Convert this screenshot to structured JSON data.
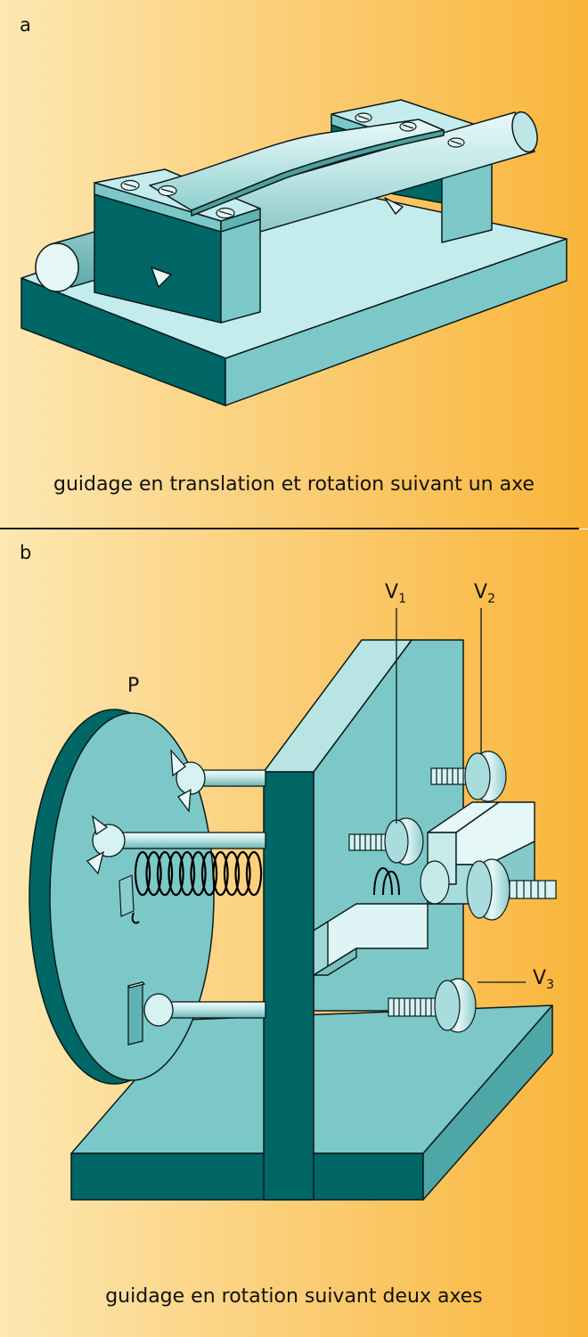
{
  "panel_a": {
    "letter": "a",
    "caption": "guidage en translation et rotation suivant un axe"
  },
  "panel_b": {
    "letter": "b",
    "caption": "guidage en rotation suivant deux axes",
    "labels": {
      "p": "P",
      "v1": {
        "main": "V",
        "sub": "1"
      },
      "v2": {
        "main": "V",
        "sub": "2"
      },
      "v3": {
        "main": "V",
        "sub": "3"
      }
    }
  },
  "colors": {
    "background_light": "#fde8b2",
    "background_dark": "#f9b53a",
    "teal_dark": "#006666",
    "teal_light": "#7cc8c8",
    "teal_pale": "#d4f0f0",
    "outline": "#0a1a1a"
  }
}
